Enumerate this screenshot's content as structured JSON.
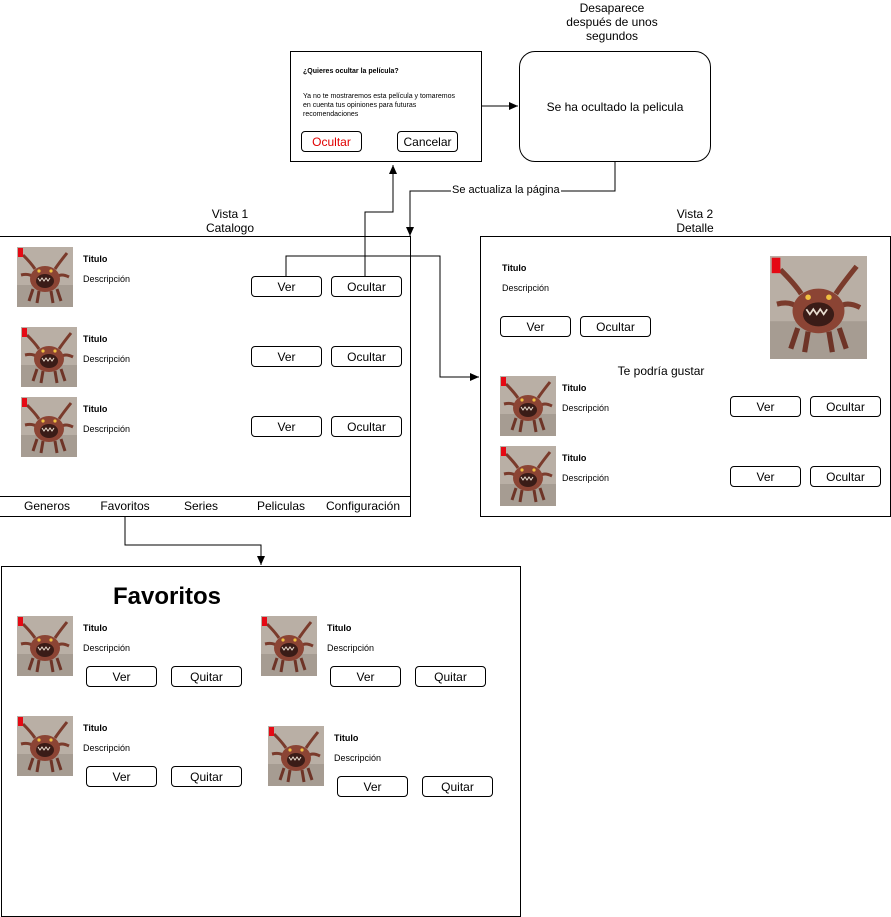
{
  "dialog": {
    "question": "¿Quieres ocultar la película?",
    "message": "Ya no te mostraremos esta película y tomaremos en cuenta tus opiniones para futuras recomendaciones",
    "confirm_label": "Ocultar",
    "cancel_label": "Cancelar",
    "confirm_color": "#e00000"
  },
  "toast": {
    "note": "Desaparece después de unos segundos",
    "message": "Se ha ocultado la pelicula"
  },
  "edge_label": "Se actualiza la página",
  "catalog": {
    "caption_line1": "Vista 1",
    "caption_line2": "Catalogo",
    "items": [
      {
        "title": "Titulo",
        "description": "Descripción",
        "primary": "Ver",
        "secondary": "Ocultar"
      },
      {
        "title": "Titulo",
        "description": "Descripción",
        "primary": "Ver",
        "secondary": "Ocultar"
      },
      {
        "title": "Titulo",
        "description": "Descripción",
        "primary": "Ver",
        "secondary": "Ocultar"
      }
    ],
    "nav": [
      "Generos",
      "Favoritos",
      "Series",
      "Peliculas",
      "Configuración"
    ]
  },
  "detail": {
    "caption_line1": "Vista 2",
    "caption_line2": "Detalle",
    "title": "Titulo",
    "description": "Descripción",
    "primary": "Ver",
    "secondary": "Ocultar",
    "suggest_heading": "Te podría gustar",
    "items": [
      {
        "title": "Titulo",
        "description": "Descripción",
        "primary": "Ver",
        "secondary": "Ocultar"
      },
      {
        "title": "Titulo",
        "description": "Descripción",
        "primary": "Ver",
        "secondary": "Ocultar"
      }
    ]
  },
  "favorites": {
    "heading": "Favoritos",
    "items": [
      {
        "title": "Titulo",
        "description": "Descripción",
        "primary": "Ver",
        "secondary": "Quitar"
      },
      {
        "title": "Titulo",
        "description": "Descripción",
        "primary": "Ver",
        "secondary": "Quitar"
      },
      {
        "title": "Titulo",
        "description": "Descripción",
        "primary": "Ver",
        "secondary": "Quitar"
      },
      {
        "title": "Titulo",
        "description": "Descripción",
        "primary": "Ver",
        "secondary": "Quitar"
      }
    ]
  },
  "icons": {
    "thumbnail": "movie-poster-image",
    "brand_mark": "netflix-logo"
  },
  "colors": {
    "brand_red": "#e50914",
    "line": "#000000"
  }
}
